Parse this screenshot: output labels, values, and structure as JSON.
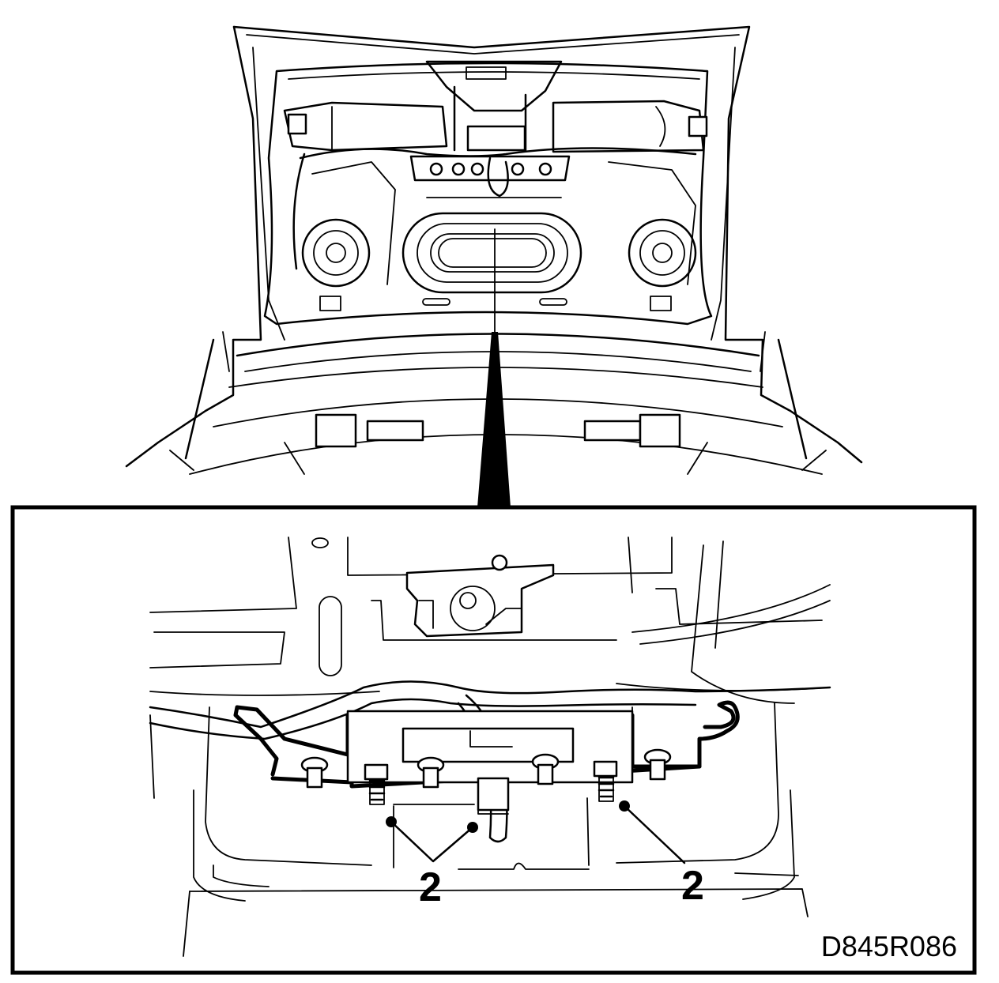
{
  "figure": {
    "id_label": "D845R086",
    "callouts": [
      {
        "number": "2"
      },
      {
        "number": "2"
      }
    ]
  }
}
